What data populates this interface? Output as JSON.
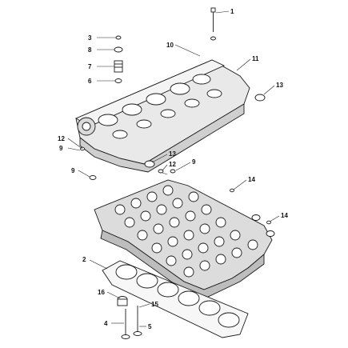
{
  "callouts": {
    "c1": "1",
    "c3": "3",
    "c8": "8",
    "c7": "7",
    "c6": "6",
    "c10": "10",
    "c11": "11",
    "c13a": "13",
    "c12a": "12",
    "c9a": "9",
    "c13b": "13",
    "c12b": "12",
    "c9b": "9",
    "c9c": "9",
    "c14a": "14",
    "c14b": "14",
    "c2": "2",
    "c16": "16",
    "c15": "15",
    "c4": "4",
    "c5": "5"
  },
  "colors": {
    "line": "#1a1a1a",
    "housing_fill": "#e9e9e9",
    "housing_shade": "#cfcfcf",
    "block_fill": "#dcdcdc",
    "block_shade": "#bdbdbd",
    "port_fill": "#ffffff"
  }
}
